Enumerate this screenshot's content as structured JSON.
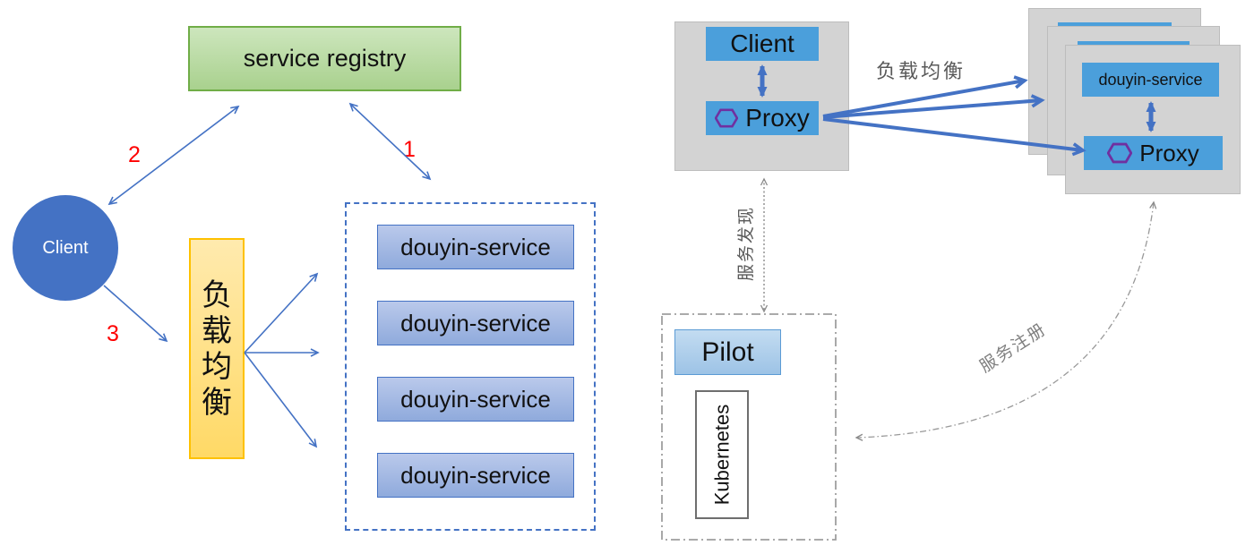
{
  "left_diagram": {
    "registry_label": "service registry",
    "client_label": "Client",
    "load_balancer_label": "负载均衡",
    "service_boxes": [
      "douyin-service",
      "douyin-service",
      "douyin-service",
      "douyin-service"
    ],
    "step_labels": {
      "one": "1",
      "two": "2",
      "three": "3"
    }
  },
  "right_diagram": {
    "client_card": {
      "client_label": "Client",
      "proxy_label": "Proxy"
    },
    "load_balance_label": "负载均衡",
    "service_card": {
      "service_label": "douyin-service",
      "proxy_label": "Proxy"
    },
    "service_discovery_label": "服务发现",
    "service_registration_label": "服务注册",
    "pilot_label": "Pilot",
    "kubernetes_label": "Kubernetes"
  },
  "icons": {
    "proxy_icon": "hexagon-icon"
  },
  "colors": {
    "accent_blue": "#4472C4",
    "registry_green_fill": "#A9D18E",
    "registry_green_border": "#70AD47",
    "load_balancer_yellow_fill": "#FFD966",
    "load_balancer_yellow_border": "#FEC100",
    "left_service_box_fill": "#8FAADC",
    "right_box_blue": "#4B9FDB",
    "card_gray": "#D3D3D3",
    "pilot_fill": "#9DC3E6",
    "proxy_hexagon_purple": "#7030A0",
    "step_label_red": "#FE0000",
    "muted_label_gray": "#595959"
  }
}
